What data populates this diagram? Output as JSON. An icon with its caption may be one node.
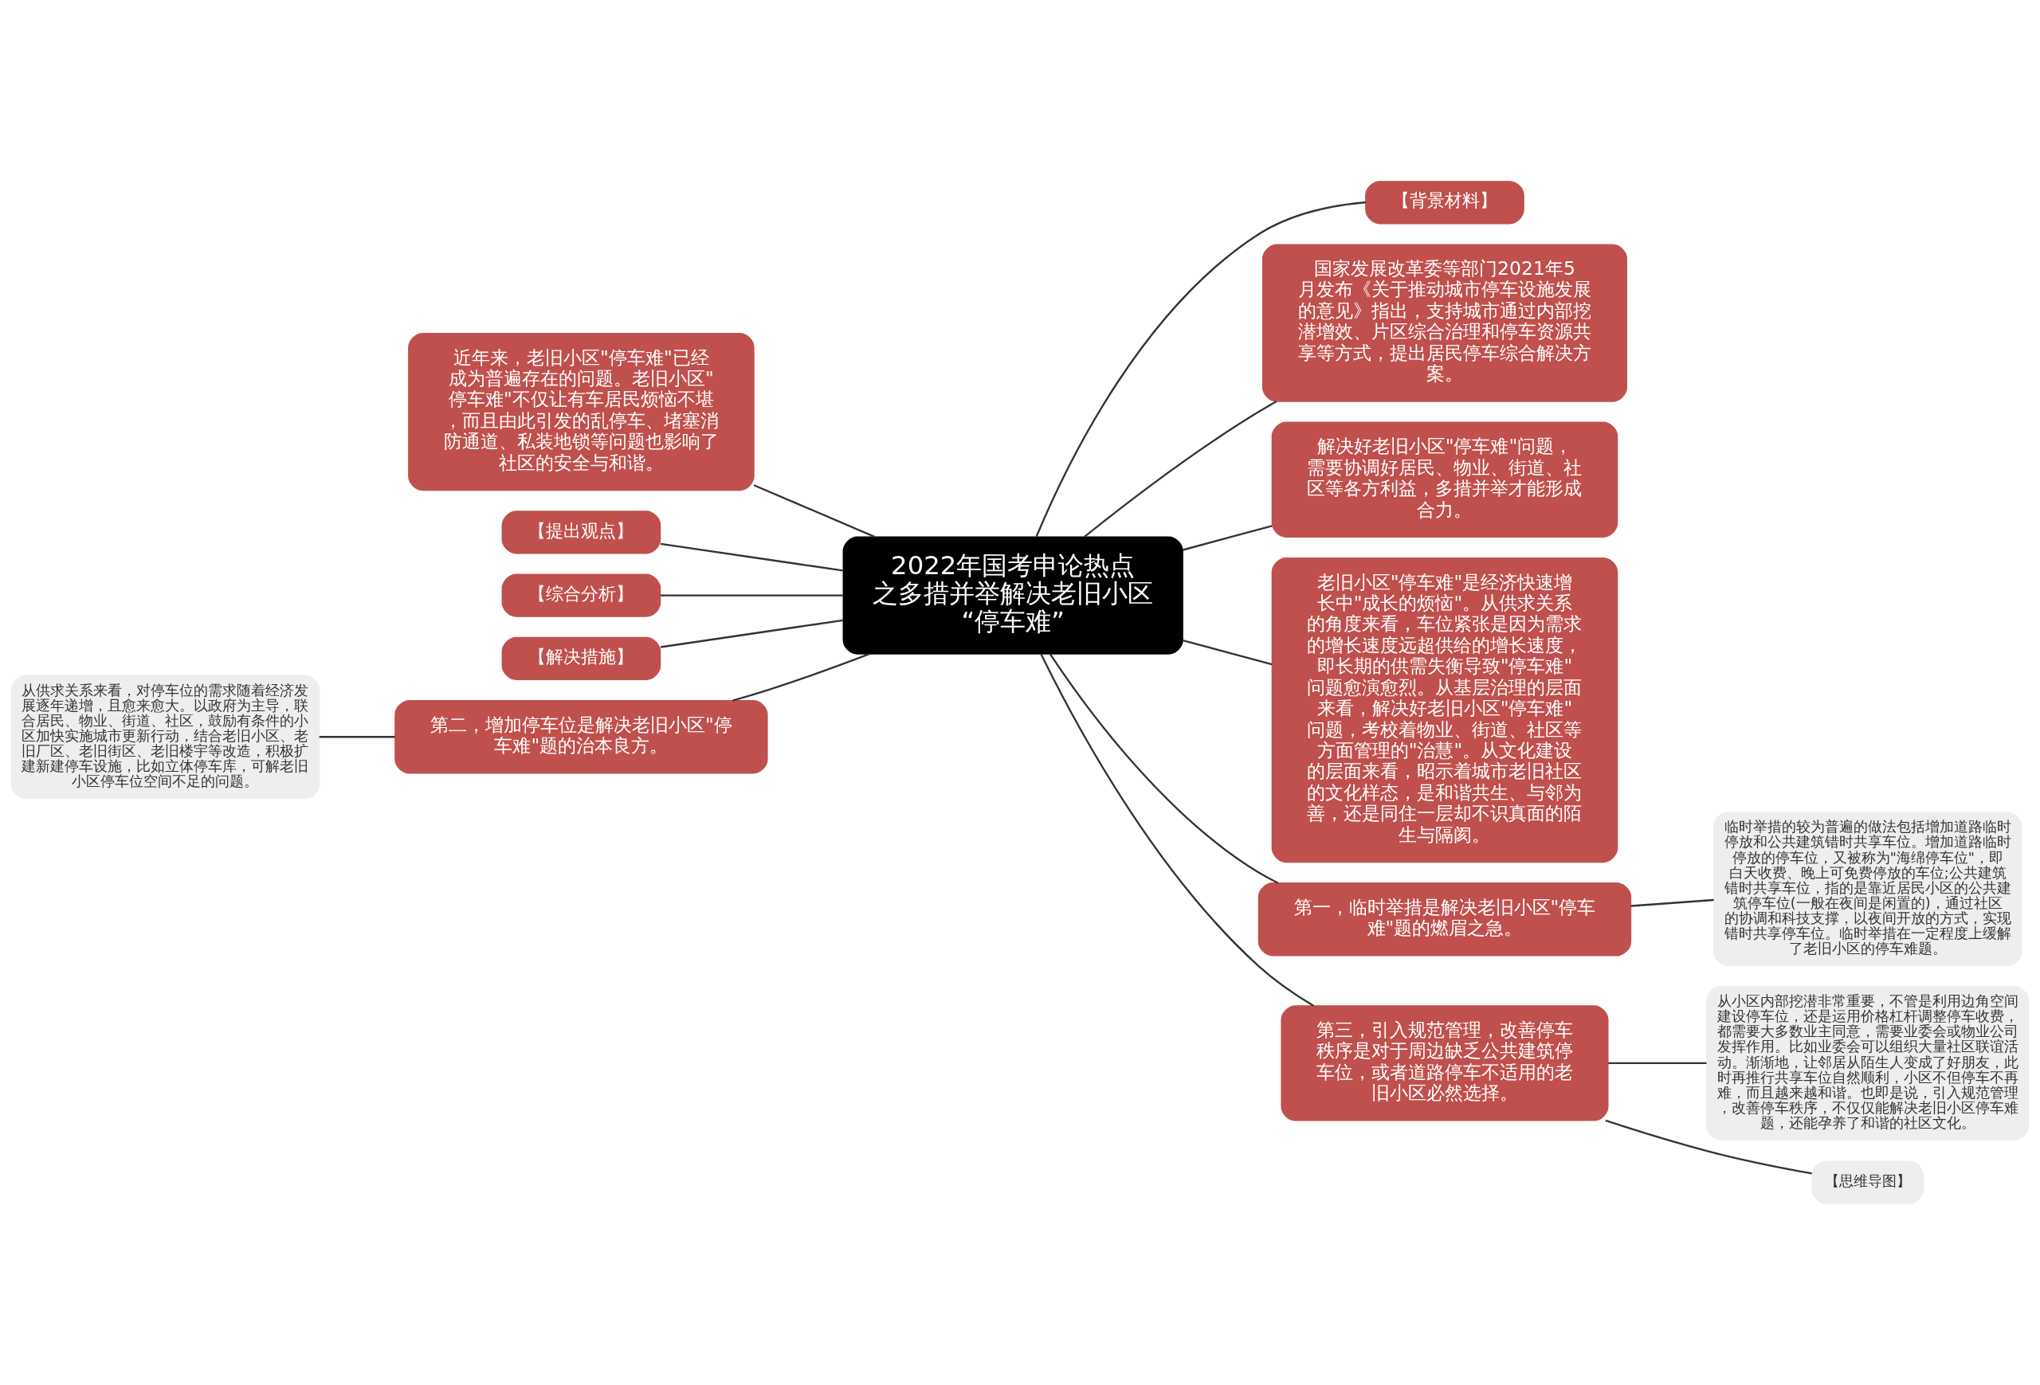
{
  "diagram": {
    "nodes": [
      {
        "text": [
          "2022年国考申论热点之多措并举解决老旧小区“停车难”"
        ]
      },
      {
        "text": [
          "【背景材料】"
        ]
      },
      {
        "text": [
          "国家发展改革委等部门2021年5月发布《关于推动城市停车设施发展的意见》指出，支持城市通过内部挖潜增效、片区综合治理和停车资源共享等方式，提出居民停车综合解决方案。"
        ]
      },
      {
        "text": [
          "解决好老旧小区\"停车难\"问题，需要协调好居民、物业、街道、社区等各方利益，多措并举才能形成合力。"
        ]
      },
      {
        "text": [
          "老旧小区\"停车难\"是经济快速增长中\"成长的烦恼\"。从供求关系的角度来看，车位紧张是因为需求的增长速度远超供给的增长速度，即长期的供需失衡导致\"停车难\"问题愈演愈烈。从基层治理的层面来看，解决好老旧小区\"停车难\"问题，考校着物业、街道、社区等方面管理的\"治慧\"。从文化建设的层面来看，昭示着城市老旧社区的文化样态，是和谐共生、与邻为善，还是同住一层却不识真面的陌生与隔阂。"
        ]
      },
      {
        "text": [
          "第一，临时举措是解决老旧小区\"停车难\"题的燃眉之急。"
        ]
      },
      {
        "text": [
          "临时举措的较为普遍的做法包括增加道路临时停放和公共建筑错时共享车位。增加道路临时停放的停车位，又被称为\"海绵停车位\"，即白天收费、晚上可免费停放的车位;公共建筑错时共享车位，指的是靠近居民小区的公共建筑停车位(一般在夜间是闲置的)，通过社区的协调和科技支撑，以夜间开放的方式，实现错时共享停车位。临时举措在一定程度上缓解了老旧小区的停车难题。"
        ]
      },
      {
        "text": [
          "第三，引入规范管理，改善停车秩序是对于周边缺乏公共建筑停车位，或者道路停车不适用的老旧小区必然选择。"
        ]
      },
      {
        "text": [
          "从小区内部挖潜非常重要，不管是利用边角空间建设停车位，还是运用价格杠杆调整停车收费，都需要大多数业主同意，需要业委会或物业公司发挥作用。比如业委会可以组织大量社区联谊活动。渐渐地，让邻居从陌生人变成了好朋友，此时再推行共享车位自然顺利，小区不但停车不再难，而且越来越和谐。也即是说，引入规范管理，改善停车秩序，不仅仅能解决老旧小区停车难题，还能孕养了和谐的社区文化。"
        ]
      },
      {
        "text": [
          "【思维导图】"
        ]
      },
      {
        "text": [
          "近年来，老旧小区\"停车难\"已经成为普遍存在的问题。老旧小区\"停车难\"不仅让有车居民烦恼不堪，而且由此引发的乱停车、堵塞消防通道、私装地锁等问题也影响了社区的安全与和谐。"
        ]
      },
      {
        "text": [
          "【提出观点】"
        ]
      },
      {
        "text": [
          "【综合分析】"
        ]
      },
      {
        "text": [
          "【解决措施】"
        ]
      },
      {
        "text": [
          "第二，增加停车位是解决老旧小区\"停车难\"题的治本良方。"
        ]
      },
      {
        "text": [
          "从供求关系来看，对停车位的需求随着经济发展逐年递增，且愈来愈大。以政府为主导，联合居民、物业、街道、社区，鼓励有条件的小区加快实施城市更新行动，结合老旧小区、老旧厂区、老旧街区、老旧楼宇等改造，积极扩建新建停车设施，比如立体停车库，可解老旧小区停车位空间不足的问题。"
        ]
      }
    ],
    "edges": [
      {
        "from": 0,
        "to": 1,
        "arrow": "none"
      },
      {
        "from": 0,
        "to": 2,
        "arrow": "none"
      },
      {
        "from": 0,
        "to": 3,
        "arrow": "none"
      },
      {
        "from": 0,
        "to": 4,
        "arrow": "none"
      },
      {
        "from": 0,
        "to": 5,
        "arrow": "none"
      },
      {
        "from": 5,
        "to": 6,
        "arrow": "none"
      },
      {
        "from": 0,
        "to": 7,
        "arrow": "none"
      },
      {
        "from": 7,
        "to": 8,
        "arrow": "none"
      },
      {
        "from": 7,
        "to": 9,
        "arrow": "none"
      },
      {
        "from": 0,
        "to": 10,
        "arrow": "none"
      },
      {
        "from": 0,
        "to": 11,
        "arrow": "none"
      },
      {
        "from": 0,
        "to": 12,
        "arrow": "none"
      },
      {
        "from": 0,
        "to": 13,
        "arrow": "none"
      },
      {
        "from": 0,
        "to": 14,
        "arrow": "none"
      },
      {
        "from": 14,
        "to": 15,
        "arrow": "none"
      }
    ]
  }
}
